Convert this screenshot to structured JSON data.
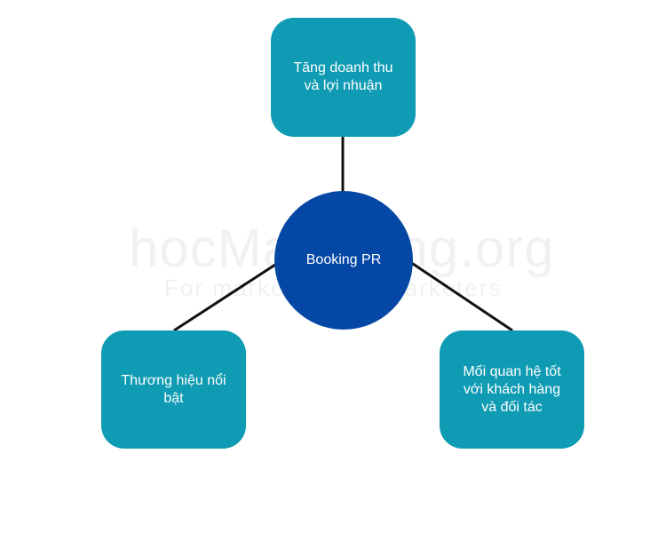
{
  "diagram": {
    "center": {
      "label": "Booking PR",
      "color": "#0547a5"
    },
    "nodes": [
      {
        "label": "Tăng doanh thu và lợi nhuận",
        "color": "#0f9bb3"
      },
      {
        "label": "Thương hiệu nổi bật",
        "color": "#0f9bb3"
      },
      {
        "label": "Mối quan hệ tốt với khách hàng và đối tác",
        "color": "#0f9bb3"
      }
    ],
    "connector_color": "#111111"
  },
  "watermark": {
    "main": "hocMarketing.org",
    "sub": "For marketers, by marketers"
  }
}
